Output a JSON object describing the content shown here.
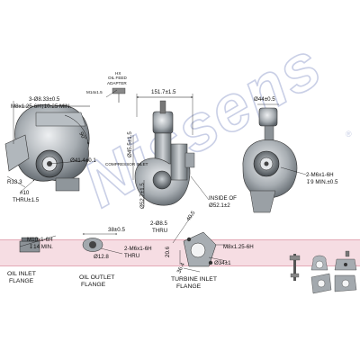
{
  "watermark": "Nissens",
  "colors": {
    "band": "#f6dde3",
    "band_line": "#e3a9b6",
    "watermark": "#c9cfe6",
    "line": "#111111",
    "part": "#9aa0a5"
  },
  "left_view": {
    "thread": "3-Ø8.33±0.5",
    "bolt": "M8x1.25-6H↨10.25 MIN.",
    "angle": "90°",
    "radius": "R33.3",
    "dia_out": "Ø41.4±0.1",
    "hole_num": "#10",
    "hole_txt": "THRU±1.5"
  },
  "center_view": {
    "oil_feed": [
      "OIL FEED",
      "ADAPTER"
    ],
    "oil_feed_hx": "HX",
    "m14": "M14x1.5",
    "width": "151.7±1.5",
    "compressor_inlet": "COMPRESSOR INLET",
    "dia_45": "Ø45.5±1.5",
    "dia_52": "Ø52.7±1.5",
    "inside_of": "INSIDE OF",
    "inside_dia": "Ø52.1±2"
  },
  "right_view": {
    "dia_44": "Ø44±0.5",
    "bolt": "2-M6x1-6H",
    "depth": "↧9 MIN.±0.5"
  },
  "flanges": {
    "oil_inlet": {
      "thread": "M10x1-6H",
      "depth": "↧14 MIN.",
      "label": [
        "OIL INLET",
        "FLANGE"
      ]
    },
    "oil_outlet": {
      "dim_38": "38±0.5",
      "dim_12": "Ø12.8",
      "bolt": "2-M6x1-6H",
      "thru": "THRU",
      "label": [
        "OIL OUTLET",
        "FLANGE"
      ]
    },
    "turbine_inlet": {
      "holes": "2-Ø8.5",
      "thru": "THRU",
      "dim_40": "40.5",
      "dim_20": "20.6",
      "dim_36": "36.4",
      "bolt": "M8x1.25-6H",
      "dia": "Ø34±1",
      "label": [
        "TURBINE INLET",
        "FLANGE"
      ]
    }
  }
}
